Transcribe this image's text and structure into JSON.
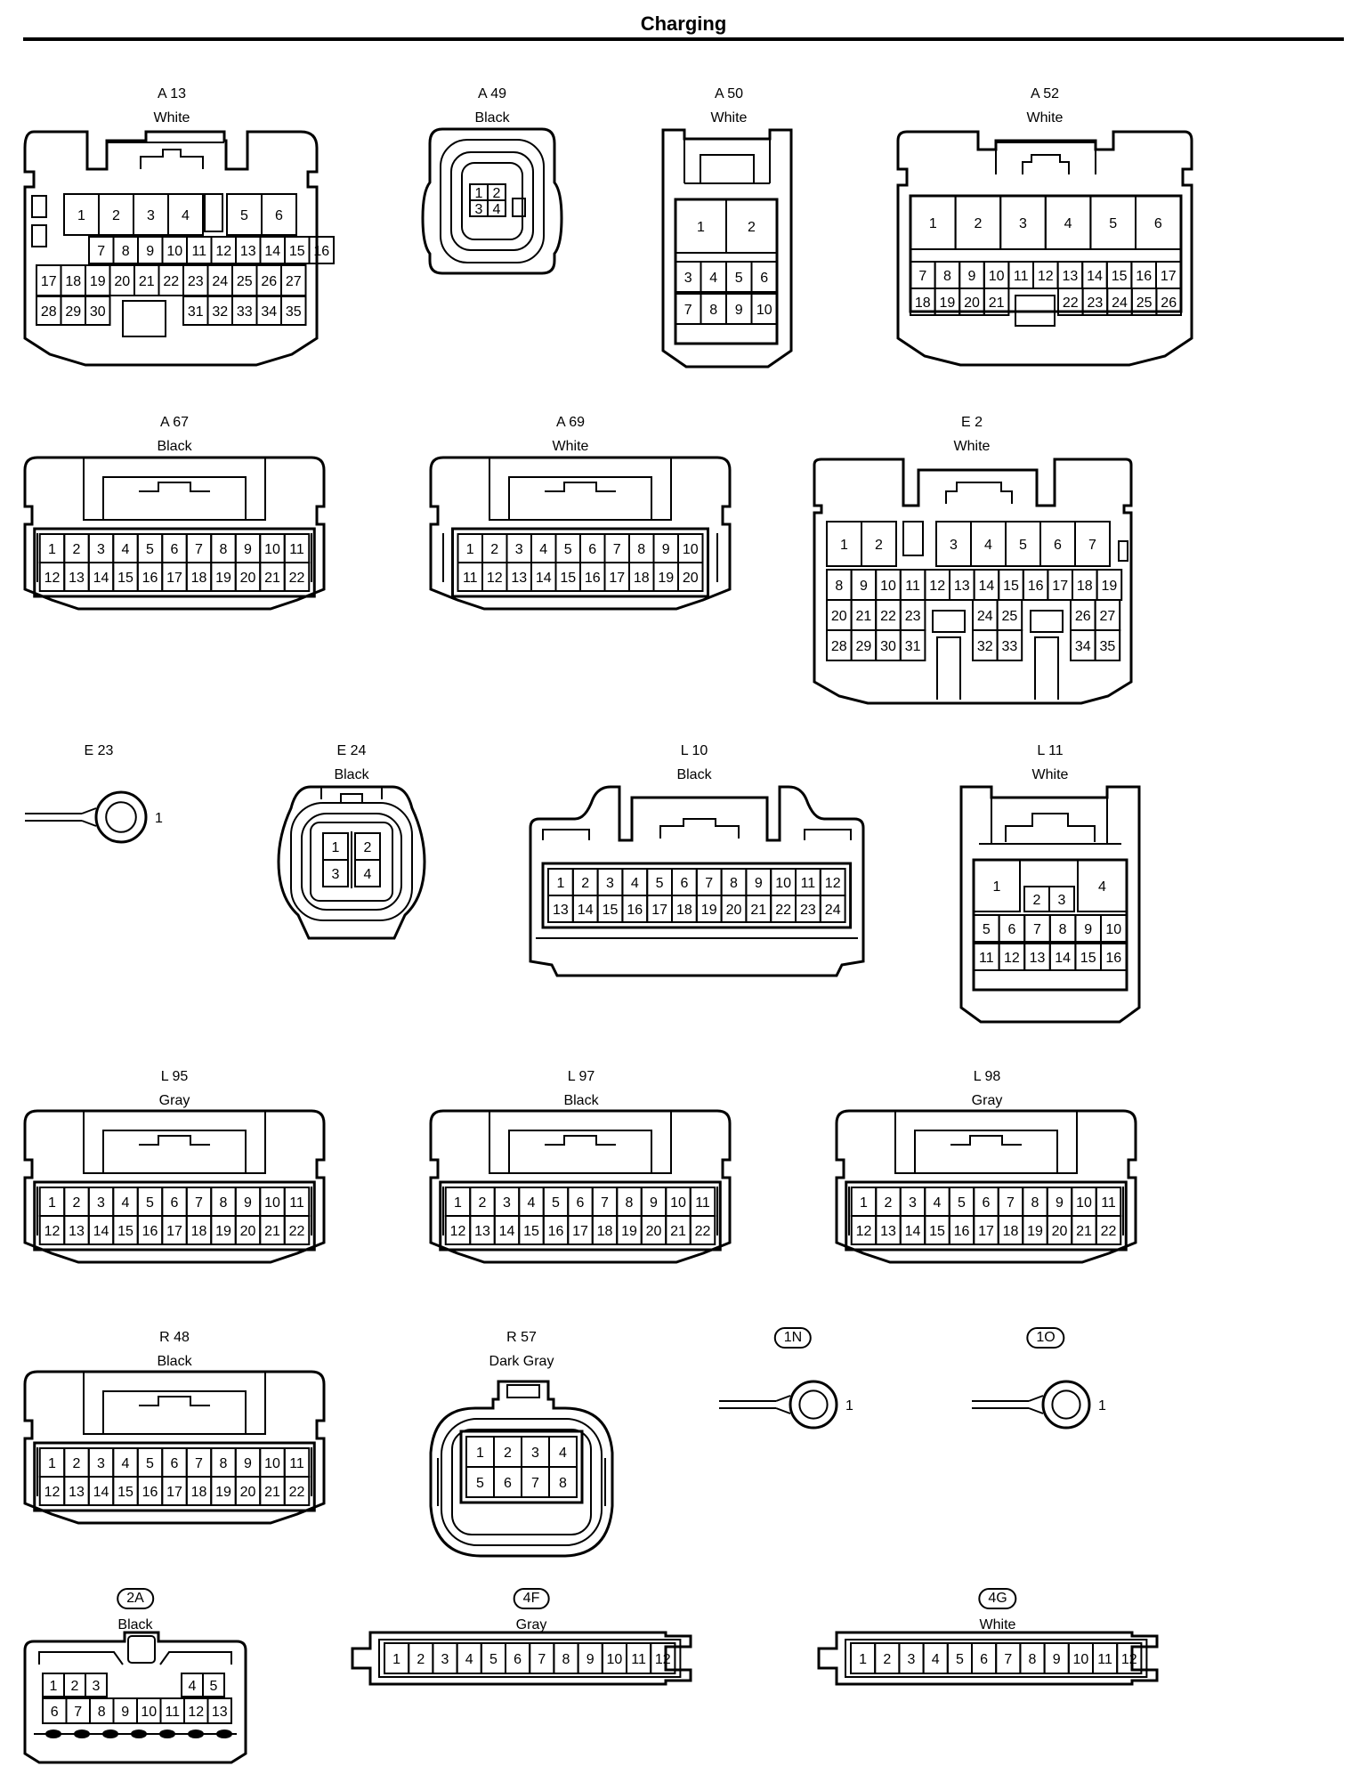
{
  "title": "Charging",
  "connectors": [
    {
      "code": "A 13",
      "color": "White",
      "pins": [
        "1",
        "2",
        "3",
        "4",
        "5",
        "6",
        "7",
        "8",
        "9",
        "10",
        "11",
        "12",
        "13",
        "14",
        "15",
        "16",
        "17",
        "18",
        "19",
        "20",
        "21",
        "22",
        "23",
        "24",
        "25",
        "26",
        "27",
        "28",
        "29",
        "30",
        "31",
        "32",
        "33",
        "34",
        "35"
      ]
    },
    {
      "code": "A 49",
      "color": "Black",
      "pins": [
        "1",
        "2",
        "3",
        "4"
      ]
    },
    {
      "code": "A 50",
      "color": "White",
      "pins": [
        "1",
        "2",
        "3",
        "4",
        "5",
        "6",
        "7",
        "8",
        "9",
        "10"
      ]
    },
    {
      "code": "A 52",
      "color": "White",
      "pins": [
        "1",
        "2",
        "3",
        "4",
        "5",
        "6",
        "7",
        "8",
        "9",
        "10",
        "11",
        "12",
        "13",
        "14",
        "15",
        "16",
        "17",
        "18",
        "19",
        "20",
        "21",
        "22",
        "23",
        "24",
        "25",
        "26"
      ]
    },
    {
      "code": "A 67",
      "color": "Black",
      "pins": [
        "1",
        "2",
        "3",
        "4",
        "5",
        "6",
        "7",
        "8",
        "9",
        "10",
        "11",
        "12",
        "13",
        "14",
        "15",
        "16",
        "17",
        "18",
        "19",
        "20",
        "21",
        "22"
      ]
    },
    {
      "code": "A 69",
      "color": "White",
      "pins": [
        "1",
        "2",
        "3",
        "4",
        "5",
        "6",
        "7",
        "8",
        "9",
        "10",
        "11",
        "12",
        "13",
        "14",
        "15",
        "16",
        "17",
        "18",
        "19",
        "20"
      ]
    },
    {
      "code": "E 2",
      "color": "White",
      "pins": [
        "1",
        "2",
        "3",
        "4",
        "5",
        "6",
        "7",
        "8",
        "9",
        "10",
        "11",
        "12",
        "13",
        "14",
        "15",
        "16",
        "17",
        "18",
        "19",
        "20",
        "21",
        "22",
        "23",
        "24",
        "25",
        "26",
        "27",
        "28",
        "29",
        "30",
        "31",
        "32",
        "33",
        "34",
        "35"
      ]
    },
    {
      "code": "E 23",
      "color": "",
      "pins": [
        "1"
      ]
    },
    {
      "code": "E 24",
      "color": "Black",
      "pins": [
        "1",
        "2",
        "3",
        "4"
      ]
    },
    {
      "code": "L 10",
      "color": "Black",
      "pins": [
        "1",
        "2",
        "3",
        "4",
        "5",
        "6",
        "7",
        "8",
        "9",
        "10",
        "11",
        "12",
        "13",
        "14",
        "15",
        "16",
        "17",
        "18",
        "19",
        "20",
        "21",
        "22",
        "23",
        "24"
      ]
    },
    {
      "code": "L 11",
      "color": "White",
      "pins": [
        "1",
        "2",
        "3",
        "4",
        "5",
        "6",
        "7",
        "8",
        "9",
        "10",
        "11",
        "12",
        "13",
        "14",
        "15",
        "16"
      ]
    },
    {
      "code": "L 95",
      "color": "Gray",
      "pins": [
        "1",
        "2",
        "3",
        "4",
        "5",
        "6",
        "7",
        "8",
        "9",
        "10",
        "11",
        "12",
        "13",
        "14",
        "15",
        "16",
        "17",
        "18",
        "19",
        "20",
        "21",
        "22"
      ]
    },
    {
      "code": "L 97",
      "color": "Black",
      "pins": [
        "1",
        "2",
        "3",
        "4",
        "5",
        "6",
        "7",
        "8",
        "9",
        "10",
        "11",
        "12",
        "13",
        "14",
        "15",
        "16",
        "17",
        "18",
        "19",
        "20",
        "21",
        "22"
      ]
    },
    {
      "code": "L 98",
      "color": "Gray",
      "pins": [
        "1",
        "2",
        "3",
        "4",
        "5",
        "6",
        "7",
        "8",
        "9",
        "10",
        "11",
        "12",
        "13",
        "14",
        "15",
        "16",
        "17",
        "18",
        "19",
        "20",
        "21",
        "22"
      ]
    },
    {
      "code": "R 48",
      "color": "Black",
      "pins": [
        "1",
        "2",
        "3",
        "4",
        "5",
        "6",
        "7",
        "8",
        "9",
        "10",
        "11",
        "12",
        "13",
        "14",
        "15",
        "16",
        "17",
        "18",
        "19",
        "20",
        "21",
        "22"
      ]
    },
    {
      "code": "R 57",
      "color": "Dark Gray",
      "pins": [
        "1",
        "2",
        "3",
        "4",
        "5",
        "6",
        "7",
        "8"
      ]
    },
    {
      "code": "1N",
      "color": "",
      "pins": [
        "1"
      ]
    },
    {
      "code": "1O",
      "color": "",
      "pins": [
        "1"
      ]
    },
    {
      "code": "2A",
      "color": "Black",
      "pins": [
        "1",
        "2",
        "3",
        "4",
        "5",
        "6",
        "7",
        "8",
        "9",
        "10",
        "11",
        "12",
        "13"
      ]
    },
    {
      "code": "4F",
      "color": "Gray",
      "pins": [
        "1",
        "2",
        "3",
        "4",
        "5",
        "6",
        "7",
        "8",
        "9",
        "10",
        "11",
        "12"
      ]
    },
    {
      "code": "4G",
      "color": "White",
      "pins": [
        "1",
        "2",
        "3",
        "4",
        "5",
        "6",
        "7",
        "8",
        "9",
        "10",
        "11",
        "12"
      ]
    }
  ]
}
